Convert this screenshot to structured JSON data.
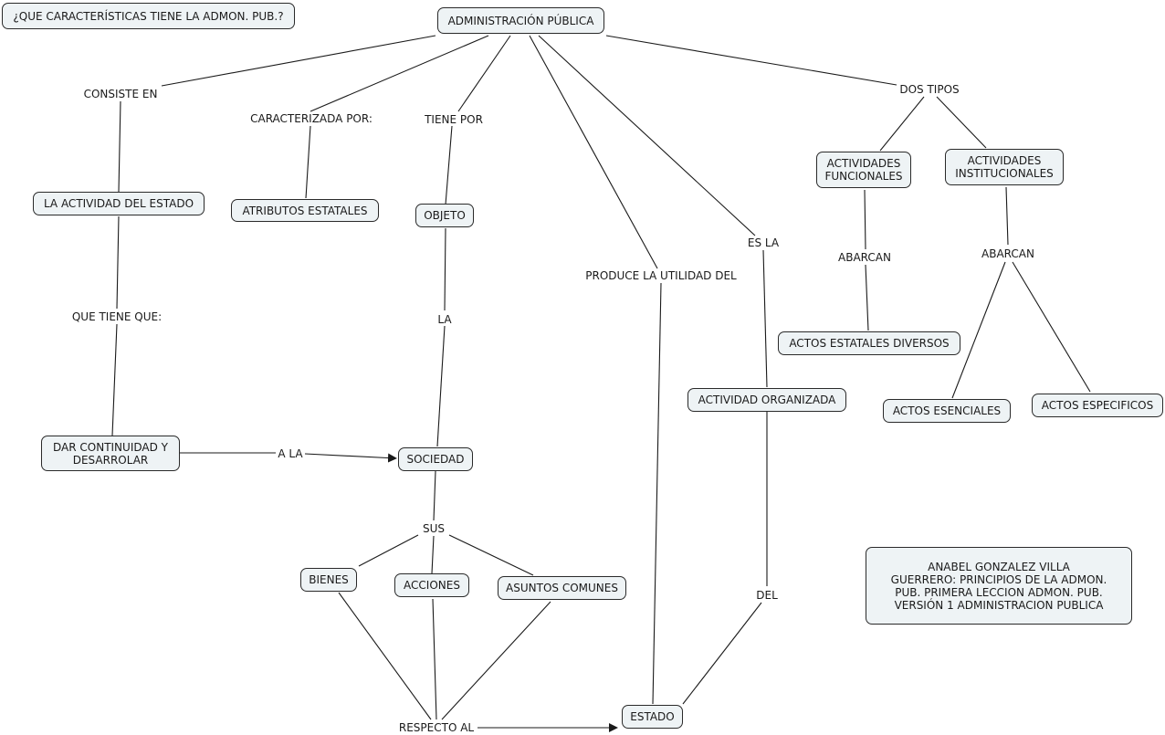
{
  "question": "¿QUE CARACTERÍSTICAS TIENE LA ADMON. PUB.?",
  "nodes": {
    "root": "ADMINISTRACIÓN PÚBLICA",
    "actividad_estado": "LA ACTIVIDAD DEL ESTADO",
    "atributos": "ATRIBUTOS ESTATALES",
    "objeto": "OBJETO",
    "dar_continuidad": "DAR CONTINUIDAD Y\nDESARROLAR",
    "sociedad": "SOCIEDAD",
    "bienes": "BIENES",
    "acciones": "ACCIONES",
    "asuntos": "ASUNTOS COMUNES",
    "estado": "ESTADO",
    "actividad_organizada": "ACTIVIDAD ORGANIZADA",
    "act_funcionales": "ACTIVIDADES\nFUNCIONALES",
    "act_institucionales": "ACTIVIDADES\nINSTITUCIONALES",
    "actos_diversos": "ACTOS ESTATALES DIVERSOS",
    "actos_esenciales": "ACTOS ESENCIALES",
    "actos_especificos": "ACTOS ESPECIFICOS",
    "credits": "ANABEL GONZALEZ VILLA\nGUERRERO: PRINCIPIOS DE LA ADMON.\nPUB. PRIMERA LECCION ADMON. PUB.\nVERSIÓN 1 ADMINISTRACION PUBLICA"
  },
  "links": {
    "consiste_en": "CONSISTE EN",
    "caracterizada_por": "CARACTERIZADA POR:",
    "tiene_por": "TIENE POR",
    "produce": "PRODUCE LA UTILIDAD DEL",
    "es_la": "ES LA",
    "dos_tipos": "DOS TIPOS",
    "que_tiene_que": "QUE TIENE QUE:",
    "la": "LA",
    "a_la": "A LA",
    "sus": "SUS",
    "respecto_al": "RESPECTO AL",
    "del": "DEL",
    "abarcan_1": "ABARCAN",
    "abarcan_2": "ABARCAN"
  }
}
